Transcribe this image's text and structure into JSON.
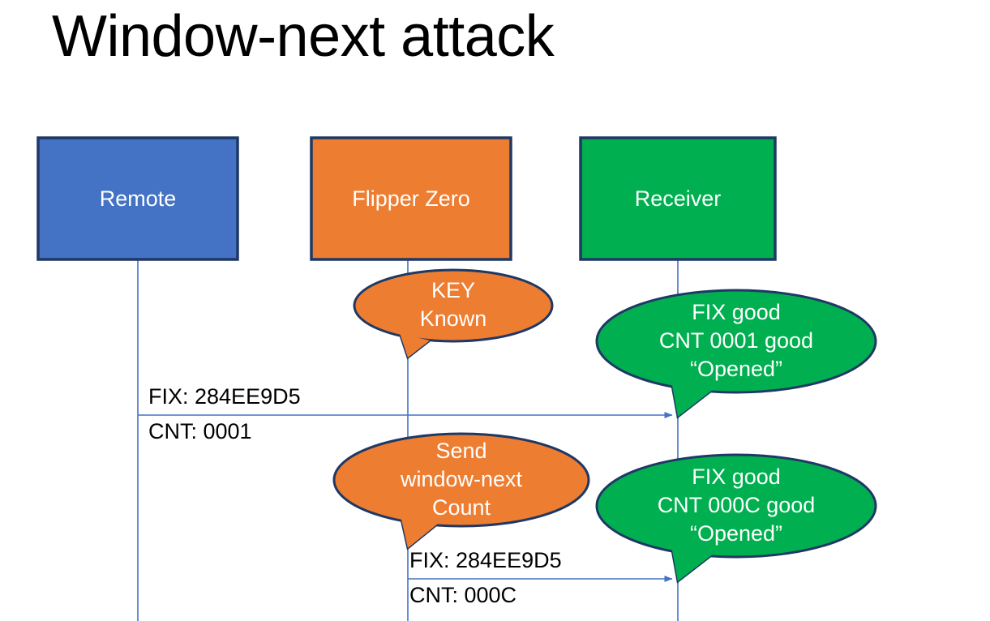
{
  "slide": {
    "title": "Window-next attack",
    "background": "#ffffff"
  },
  "colors": {
    "blue": "#4472C4",
    "orange": "#ED7D31",
    "green": "#00B050",
    "border": "#1F3864",
    "line": "#4472C4",
    "label_text": "#000000",
    "actor_text": "#ffffff"
  },
  "actors": [
    {
      "id": "remote",
      "label": "Remote",
      "color": "#4472C4"
    },
    {
      "id": "flipper",
      "label": "Flipper Zero",
      "color": "#ED7D31"
    },
    {
      "id": "receiver",
      "label": "Receiver",
      "color": "#00B050"
    }
  ],
  "callouts": [
    {
      "id": "key-known",
      "color": "#ED7D31",
      "lines": [
        "KEY",
        "Known"
      ]
    },
    {
      "id": "receiver-ok-1",
      "color": "#00B050",
      "lines": [
        "FIX good",
        "CNT 0001 good",
        "“Opened”"
      ]
    },
    {
      "id": "send-window-next",
      "color": "#ED7D31",
      "lines": [
        "Send",
        "window-next",
        "Count"
      ]
    },
    {
      "id": "receiver-ok-2",
      "color": "#00B050",
      "lines": [
        "FIX good",
        "CNT 000C good",
        "“Opened”"
      ]
    }
  ],
  "messages": [
    {
      "id": "msg-1",
      "from": "remote",
      "to": "receiver",
      "above_label": "FIX: 284EE9D5",
      "below_label": "CNT: 0001"
    },
    {
      "id": "msg-2",
      "from": "flipper",
      "to": "receiver",
      "above_label": "FIX: 284EE9D5",
      "below_label": "CNT: 000C"
    }
  ]
}
